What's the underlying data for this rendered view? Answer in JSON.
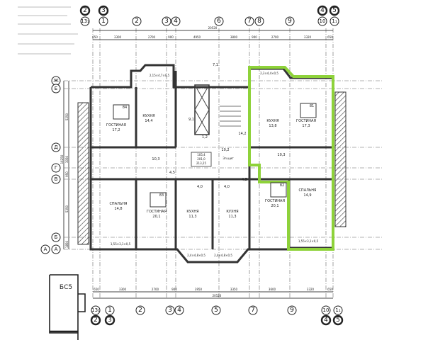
{
  "plan": {
    "top_axes_upper": [
      "2",
      "3",
      "4",
      "5"
    ],
    "top_axes_lower": [
      "13₁",
      "1",
      "2",
      "3",
      "4",
      "6",
      "7",
      "8",
      "9",
      "10",
      "1₁"
    ],
    "bottom_axes_upper": [
      "13₁",
      "1",
      "2",
      "3",
      "4",
      "5",
      "7",
      "9",
      "10",
      "1₁"
    ],
    "bottom_axes_lower": [
      "2",
      "3",
      "4",
      "5"
    ],
    "row_axes": [
      "Ж",
      "Е",
      "Д",
      "Г",
      "В",
      "Б",
      "А",
      "А"
    ],
    "top_dims": [
      "650",
      "3300",
      "2700",
      "900",
      "4950",
      "3800",
      "900",
      "2700",
      "3320",
      "650"
    ],
    "top_total": "20520",
    "bottom_dims": [
      "650",
      "3300",
      "2700",
      "900",
      "3950",
      "3350",
      "3600",
      "3320",
      "650"
    ],
    "bottom_total": "20520",
    "left_dims": [
      "5250",
      "3050",
      "950",
      "5350",
      "1850"
    ],
    "left_total": "16250",
    "section_label": "БС5",
    "highlight_color": "#8ed23a",
    "rooms": [
      {
        "name": "ГОСТИНАЯ",
        "area": "17,2"
      },
      {
        "name": "КУХНЯ",
        "area": "14,4"
      },
      {
        "name": "",
        "area": "9,1"
      },
      {
        "name": "",
        "area": "1,2"
      },
      {
        "name": "",
        "area": "14,2"
      },
      {
        "name": "КУХНЯ",
        "area": "13,8"
      },
      {
        "name": "ГОСТИНАЯ",
        "area": "17,3"
      },
      {
        "name": "",
        "area": "10,3"
      },
      {
        "name": "",
        "area": "10,3"
      },
      {
        "name": "",
        "area": "4,5"
      },
      {
        "name": "",
        "area": "4,0"
      },
      {
        "name": "",
        "area": "4,0"
      },
      {
        "name": "",
        "area": "4,5"
      },
      {
        "name": "СПАЛЬНЯ",
        "area": "14,8"
      },
      {
        "name": "ГОСТИНАЯ",
        "area": "20,1"
      },
      {
        "name": "КУХНЯ",
        "area": "11,3"
      },
      {
        "name": "КУХНЯ",
        "area": "11,3"
      },
      {
        "name": "ГОСТИНАЯ",
        "area": "20,1"
      },
      {
        "name": "СПАЛЬНЯ",
        "area": "14,9"
      }
    ],
    "apartments": [
      "84",
      "81",
      "83",
      "82"
    ],
    "balconies": [
      "2,15×4,7×0,5",
      "2,3×4,4×0,5",
      "1,55×3,1×0,5",
      "2,4×4,8×0,5",
      "2,4×4,8×0,5",
      "1,55×3,1×0,5"
    ],
    "corridor_area": "7,1",
    "hall_label": "Эл.щит",
    "hall_area": "10,2",
    "summary": [
      "105,4",
      "201,0",
      "213,25"
    ]
  }
}
